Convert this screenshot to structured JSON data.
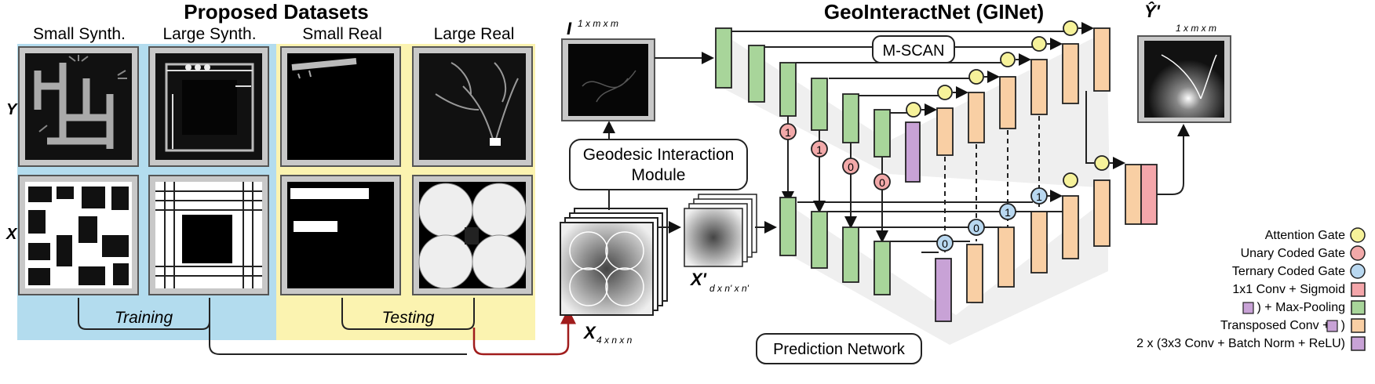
{
  "datasets": {
    "title": "Proposed Datasets",
    "columns": [
      "Small Synth.",
      "Large Synth.",
      "Small Real",
      "Large Real"
    ],
    "row_labels": [
      "Y",
      "X"
    ],
    "split_labels": [
      "Training",
      "Testing"
    ]
  },
  "pipeline": {
    "input_main": "X",
    "input_sub": "4 x n x n",
    "interaction_module": [
      "Geodesic Interaction",
      "Module"
    ],
    "interaction_main": "I",
    "interaction_sub": "1 x m x m",
    "reduced_main": "X'",
    "reduced_sub": "d x n' x n'"
  },
  "network": {
    "title": "GeoInteractNet (GINet)",
    "mscan_label": "M-SCAN",
    "prediction_label": "Prediction Network",
    "output_main": "Ŷ'",
    "output_sub": "1 x m x m",
    "gate_codes": [
      "1",
      "1",
      "0",
      "0",
      "1",
      "1",
      "0",
      "0"
    ]
  },
  "legend": {
    "items": [
      {
        "label": "Attention Gate",
        "color": "#f6f29a",
        "shape": "circle"
      },
      {
        "label": "Unary Coded Gate",
        "color": "#f2a9a9",
        "shape": "circle"
      },
      {
        "label": "Ternary Coded Gate",
        "color": "#b9d8f0",
        "shape": "circle"
      },
      {
        "label": "1x1 Conv + Sigmoid",
        "color": "#f4a6aa",
        "shape": "square"
      },
      {
        "label": "(   ) + Max-Pooling",
        "color": "#a8d59a",
        "shape": "square"
      },
      {
        "label": "Transposed Conv + (   )",
        "color": "#f9cfa4",
        "shape": "square"
      },
      {
        "label": "2 x (3x3 Conv + Batch Norm + ReLU)",
        "color": "#c8a2d6",
        "shape": "square"
      }
    ]
  },
  "colors": {
    "training_band": "#b3dcee",
    "testing_band": "#fbf3b0",
    "green": "#a8d59a",
    "orange": "#f9cfa4",
    "purple": "#c8a2d6",
    "pink": "#f4a6aa",
    "yellow_gate": "#f6f29a",
    "red_arrow": "#a01c1c"
  }
}
